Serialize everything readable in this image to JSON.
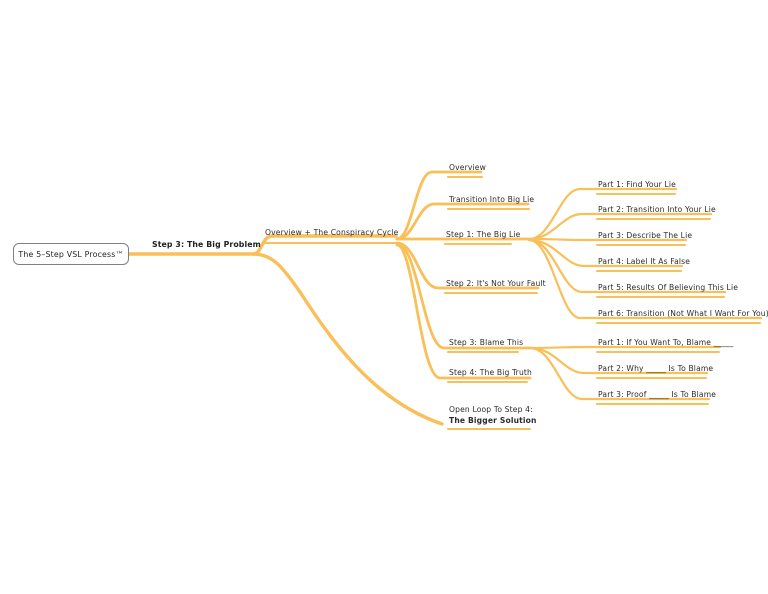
{
  "diagram": {
    "type": "mind-map",
    "accent_color": "#F9BF58",
    "text_color": "#2b2b2b",
    "background": "#ffffff",
    "root": {
      "label": "The 5–Step VSL Process™",
      "border_color": "#808080"
    },
    "trunk": {
      "label": "Step 3: The Big Problem"
    },
    "level1": [
      {
        "label": "Overview + The Conspiracy Cycle"
      },
      {
        "label": "Open Loop To Step 4:",
        "label_bold": "The Bigger Solution"
      }
    ],
    "level2": [
      {
        "label": "Overview"
      },
      {
        "label": "Transition Into Big Lie"
      },
      {
        "label": "Step 1: The Big Lie"
      },
      {
        "label": "Step 2: It's Not Your Fault"
      },
      {
        "label": "Step 3: Blame This"
      },
      {
        "label": "Step 4: The Big Truth"
      }
    ],
    "level3_step1": [
      {
        "label": "Part 1: Find Your Lie"
      },
      {
        "label": "Part 2: Transition Into Your Lie"
      },
      {
        "label": "Part 3: Describe The Lie"
      },
      {
        "label": "Part 4: Label It As False"
      },
      {
        "label": "Part 5: Results Of Believing This Lie"
      },
      {
        "label": "Part 6: Transition (Not What I Want For You)"
      }
    ],
    "level3_step3": [
      {
        "label": "Part 1: If You Want To, Blame _____"
      },
      {
        "label": "Part 2: Why _____ Is To Blame"
      },
      {
        "label": "Part 3: Proof _____ Is To Blame"
      }
    ]
  }
}
